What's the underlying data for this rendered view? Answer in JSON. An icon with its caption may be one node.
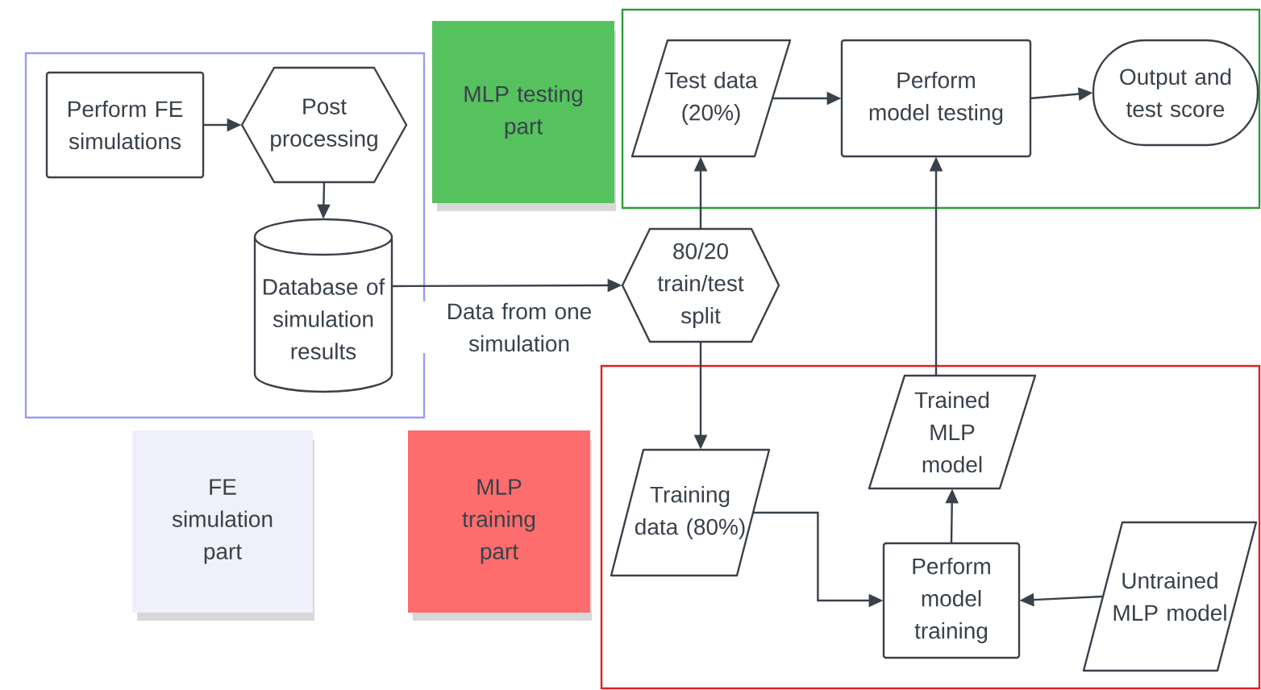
{
  "diagram": {
    "nodes": [
      {
        "text": [],
        "shape": "box"
      },
      {
        "text": [
          "Perform FE simulations"
        ],
        "in": 0
      },
      {
        "text": [
          "Post processing"
        ],
        "in": 0
      },
      {
        "text": [
          "Database of simulation results"
        ],
        "in": 0
      },
      {
        "text": [
          "MLP testing part"
        ]
      },
      {
        "text": [],
        "shape": "box"
      },
      {
        "text": [
          "Test data (20%)"
        ],
        "in": 5
      },
      {
        "text": [
          "Perform model testing"
        ],
        "in": 5
      },
      {
        "text": [
          "Output and test score"
        ],
        "in": 5
      },
      {
        "text": [
          "80/20 train/test split"
        ]
      },
      {
        "text": [
          "FE simulation part"
        ]
      },
      {
        "text": [
          "MLP training part"
        ]
      },
      {
        "text": [],
        "shape": "box"
      },
      {
        "text": [
          "Trained MLP model"
        ],
        "in": 12
      },
      {
        "text": [
          "Training data (80%)"
        ],
        "in": 12
      },
      {
        "text": [
          "Perform model training"
        ],
        "in": 12
      },
      {
        "text": [
          "Untrained MLP model"
        ],
        "in": 12
      }
    ],
    "edges": [
      {
        "from": 1,
        "to": 2,
        "arrow": "to"
      },
      {
        "from": 2,
        "to": 3,
        "arrow": "to"
      },
      {
        "from": 3,
        "to": 9,
        "arrow": "to",
        "label": "Data from one simulation"
      },
      {
        "from": 9,
        "to": 6,
        "arrow": "to"
      },
      {
        "from": 9,
        "to": 14,
        "arrow": "to"
      },
      {
        "from": 6,
        "to": 7,
        "arrow": "to"
      },
      {
        "from": 7,
        "to": 8,
        "arrow": "to"
      },
      {
        "from": 14,
        "to": 15,
        "arrow": "to"
      },
      {
        "from": 16,
        "to": 15,
        "arrow": "to"
      },
      {
        "from": 15,
        "to": 13,
        "arrow": "to"
      },
      {
        "from": 13,
        "to": 7,
        "arrow": "to"
      }
    ]
  }
}
